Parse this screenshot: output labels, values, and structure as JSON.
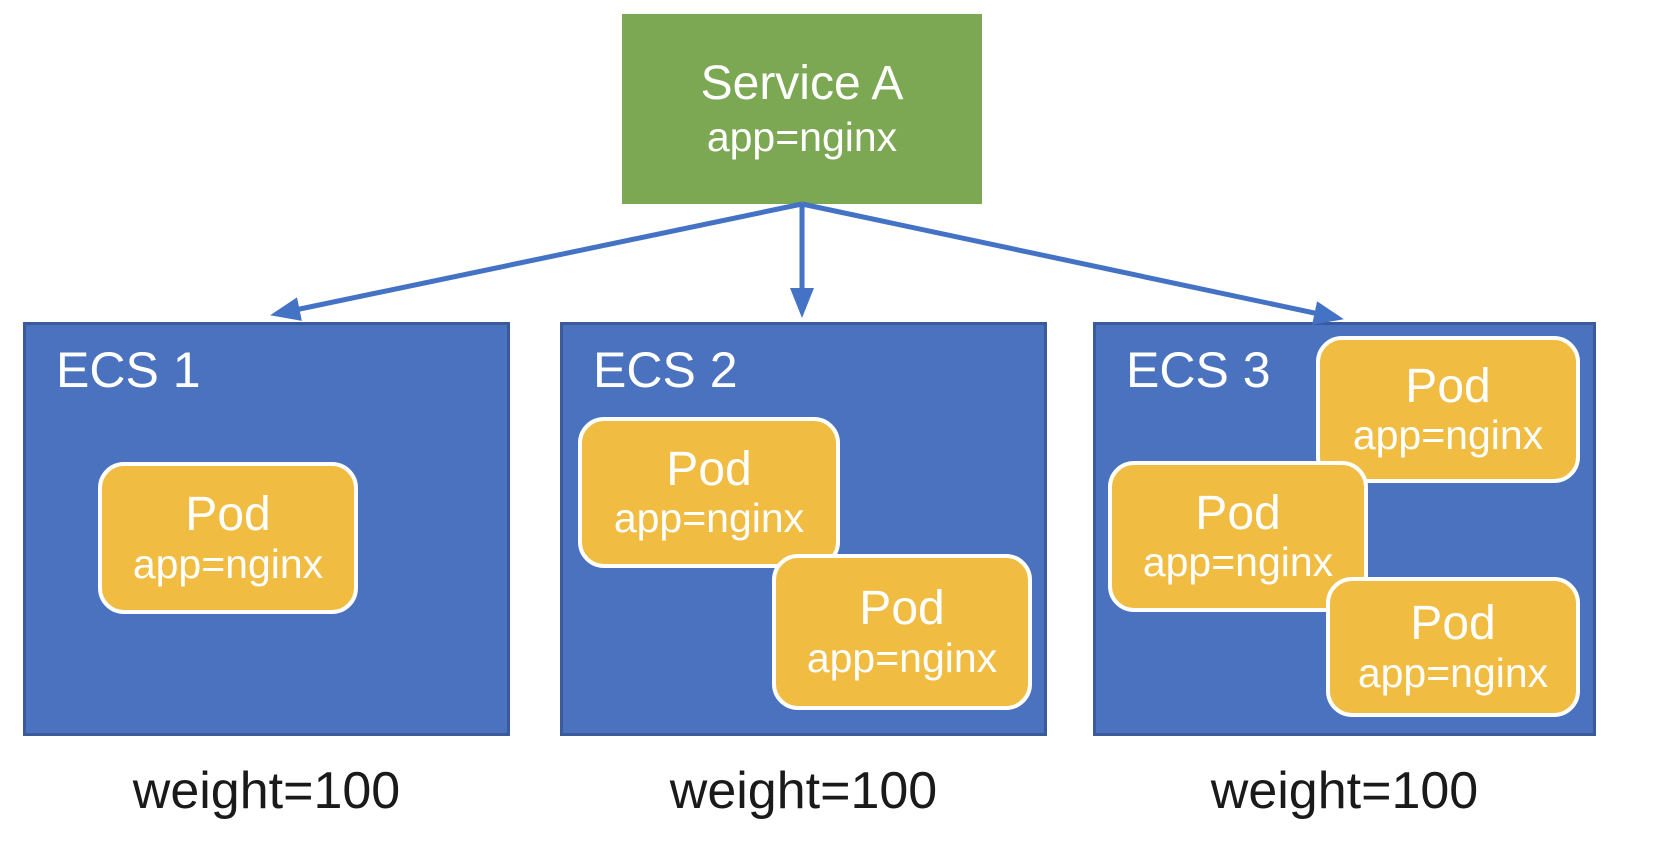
{
  "diagram": {
    "service": {
      "title": "Service A",
      "selector": "app=nginx"
    },
    "nodes": [
      {
        "title": "ECS 1",
        "weight": "weight=100",
        "pods": [
          {
            "title": "Pod",
            "label": "app=nginx"
          }
        ]
      },
      {
        "title": "ECS 2",
        "weight": "weight=100",
        "pods": [
          {
            "title": "Pod",
            "label": "app=nginx"
          },
          {
            "title": "Pod",
            "label": "app=nginx"
          }
        ]
      },
      {
        "title": "ECS 3",
        "weight": "weight=100",
        "pods": [
          {
            "title": "Pod",
            "label": "app=nginx"
          },
          {
            "title": "Pod",
            "label": "app=nginx"
          },
          {
            "title": "Pod",
            "label": "app=nginx"
          }
        ]
      }
    ]
  },
  "colors": {
    "service_fill": "#7CA854",
    "ecs_fill": "#4B72BE",
    "ecs_border": "#3A5A9A",
    "pod_fill": "#F0BC42",
    "pod_border": "#FFFFFF",
    "arrow": "#4472C4",
    "text_light": "#FFFFFF",
    "text_dark": "#1A1A1A",
    "background": "#FFFFFF"
  }
}
